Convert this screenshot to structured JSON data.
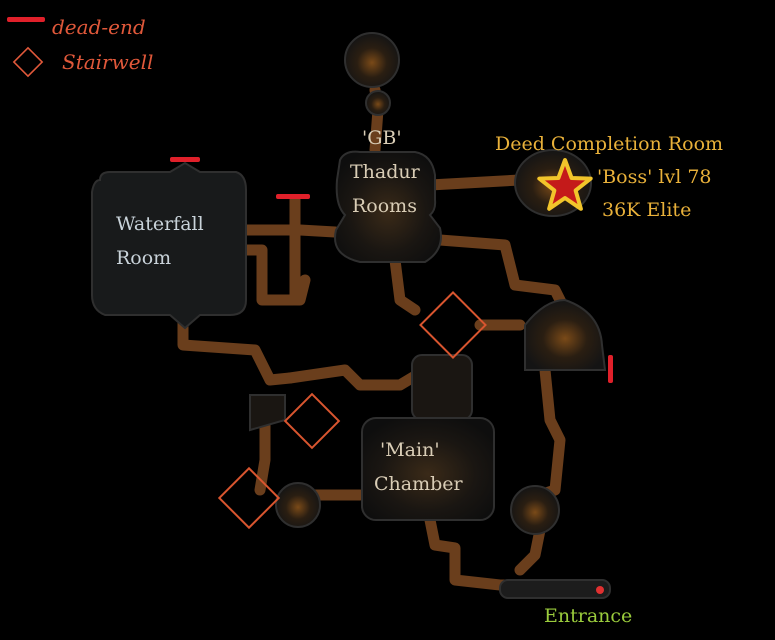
{
  "legend": {
    "dead_end": "dead-end",
    "stairwell": "Stairwell"
  },
  "labels": {
    "gb": "'GB'",
    "thadur": "Thadur",
    "rooms": "Rooms",
    "waterfall": "Waterfall",
    "waterfall_room": "Room",
    "deed": "Deed Completion Room",
    "boss": "'Boss' lvl 78",
    "elite": "36K Elite",
    "main": "'Main'",
    "chamber": "Chamber",
    "entrance": "Entrance"
  },
  "colors": {
    "background": "#000000",
    "dead_end": "#e0202a",
    "stairwell": "#e0583a",
    "room_label": "#d9cdb6",
    "light_label": "#c9d3da",
    "gold_label": "#e9b13a",
    "entrance_label": "#9acb3c",
    "star_fill": "#c41a1a",
    "star_stroke": "#f2c52b",
    "corridor": "#7a4a22",
    "room_fill": "#161616"
  },
  "icons": {
    "dead_end": "red-bar-icon",
    "stairwell": "diamond-outline-icon",
    "boss": "star-icon"
  }
}
